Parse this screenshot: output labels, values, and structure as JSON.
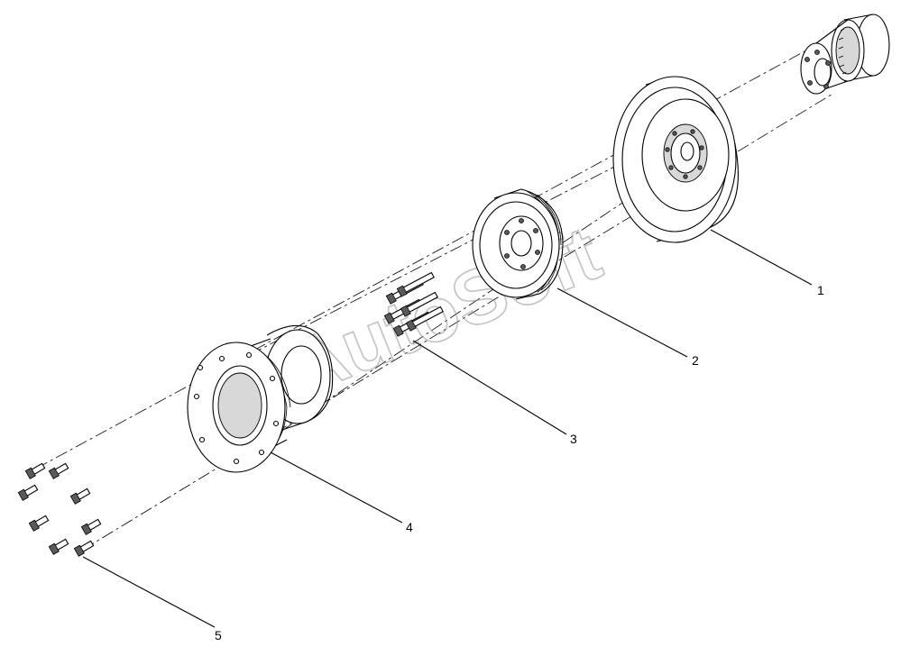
{
  "watermark": "AutoSoft",
  "callouts": [
    {
      "number": "1"
    },
    {
      "number": "2"
    },
    {
      "number": "3"
    },
    {
      "number": "4"
    },
    {
      "number": "5"
    }
  ]
}
